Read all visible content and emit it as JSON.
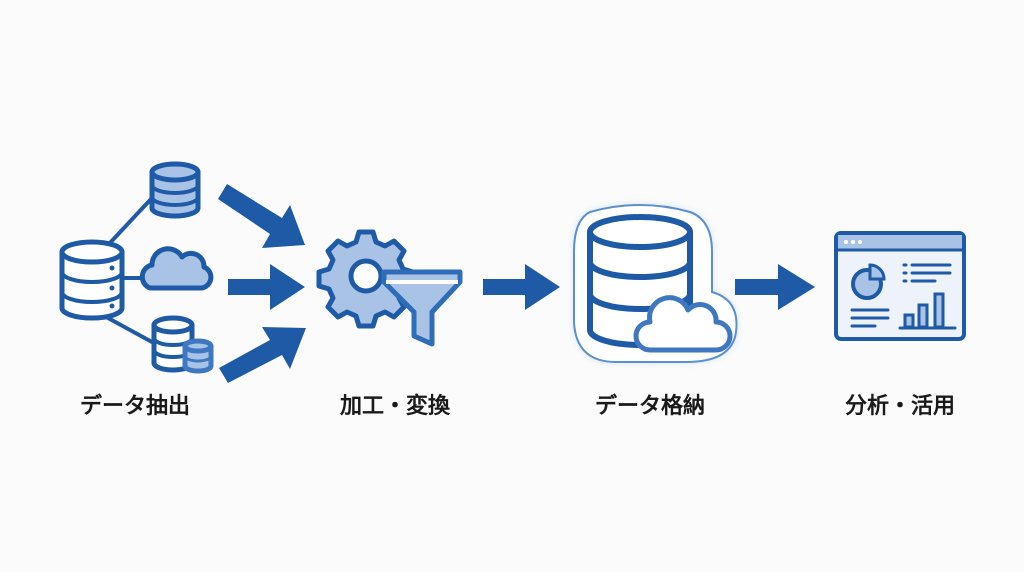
{
  "steps": [
    {
      "label": "データ抽出",
      "icon": "database-sources-icon"
    },
    {
      "label": "加工・変換",
      "icon": "gear-funnel-icon"
    },
    {
      "label": "データ格納",
      "icon": "database-cloud-icon"
    },
    {
      "label": "分析・活用",
      "icon": "dashboard-icon"
    }
  ],
  "colors": {
    "primary": "#1f5aa6",
    "light": "#a9c3e6",
    "background": "#fbfbfb"
  }
}
